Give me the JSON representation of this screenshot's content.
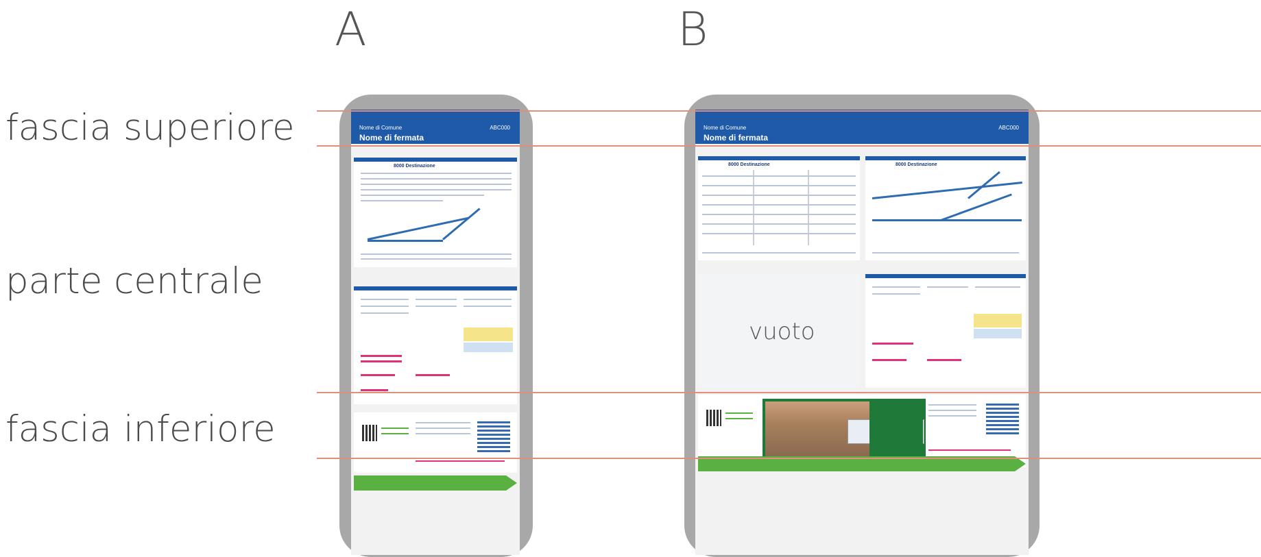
{
  "columns": {
    "a": "A",
    "b": "B"
  },
  "bands": {
    "top": "fascia superiore",
    "middle": "parte centrale",
    "bottom": "fascia inferiore"
  },
  "header": {
    "comune": "Nome di Comune",
    "fermata": "Nome di fermata",
    "code": "ABC000"
  },
  "sheet": {
    "line_title": "8000 Destinazione"
  },
  "empty_label": "vuoto",
  "colors": {
    "guide_line": "#e0907a",
    "panel": "#a8a8a8",
    "header_blue": "#1e5aa8",
    "footer_green": "#5ab040"
  }
}
